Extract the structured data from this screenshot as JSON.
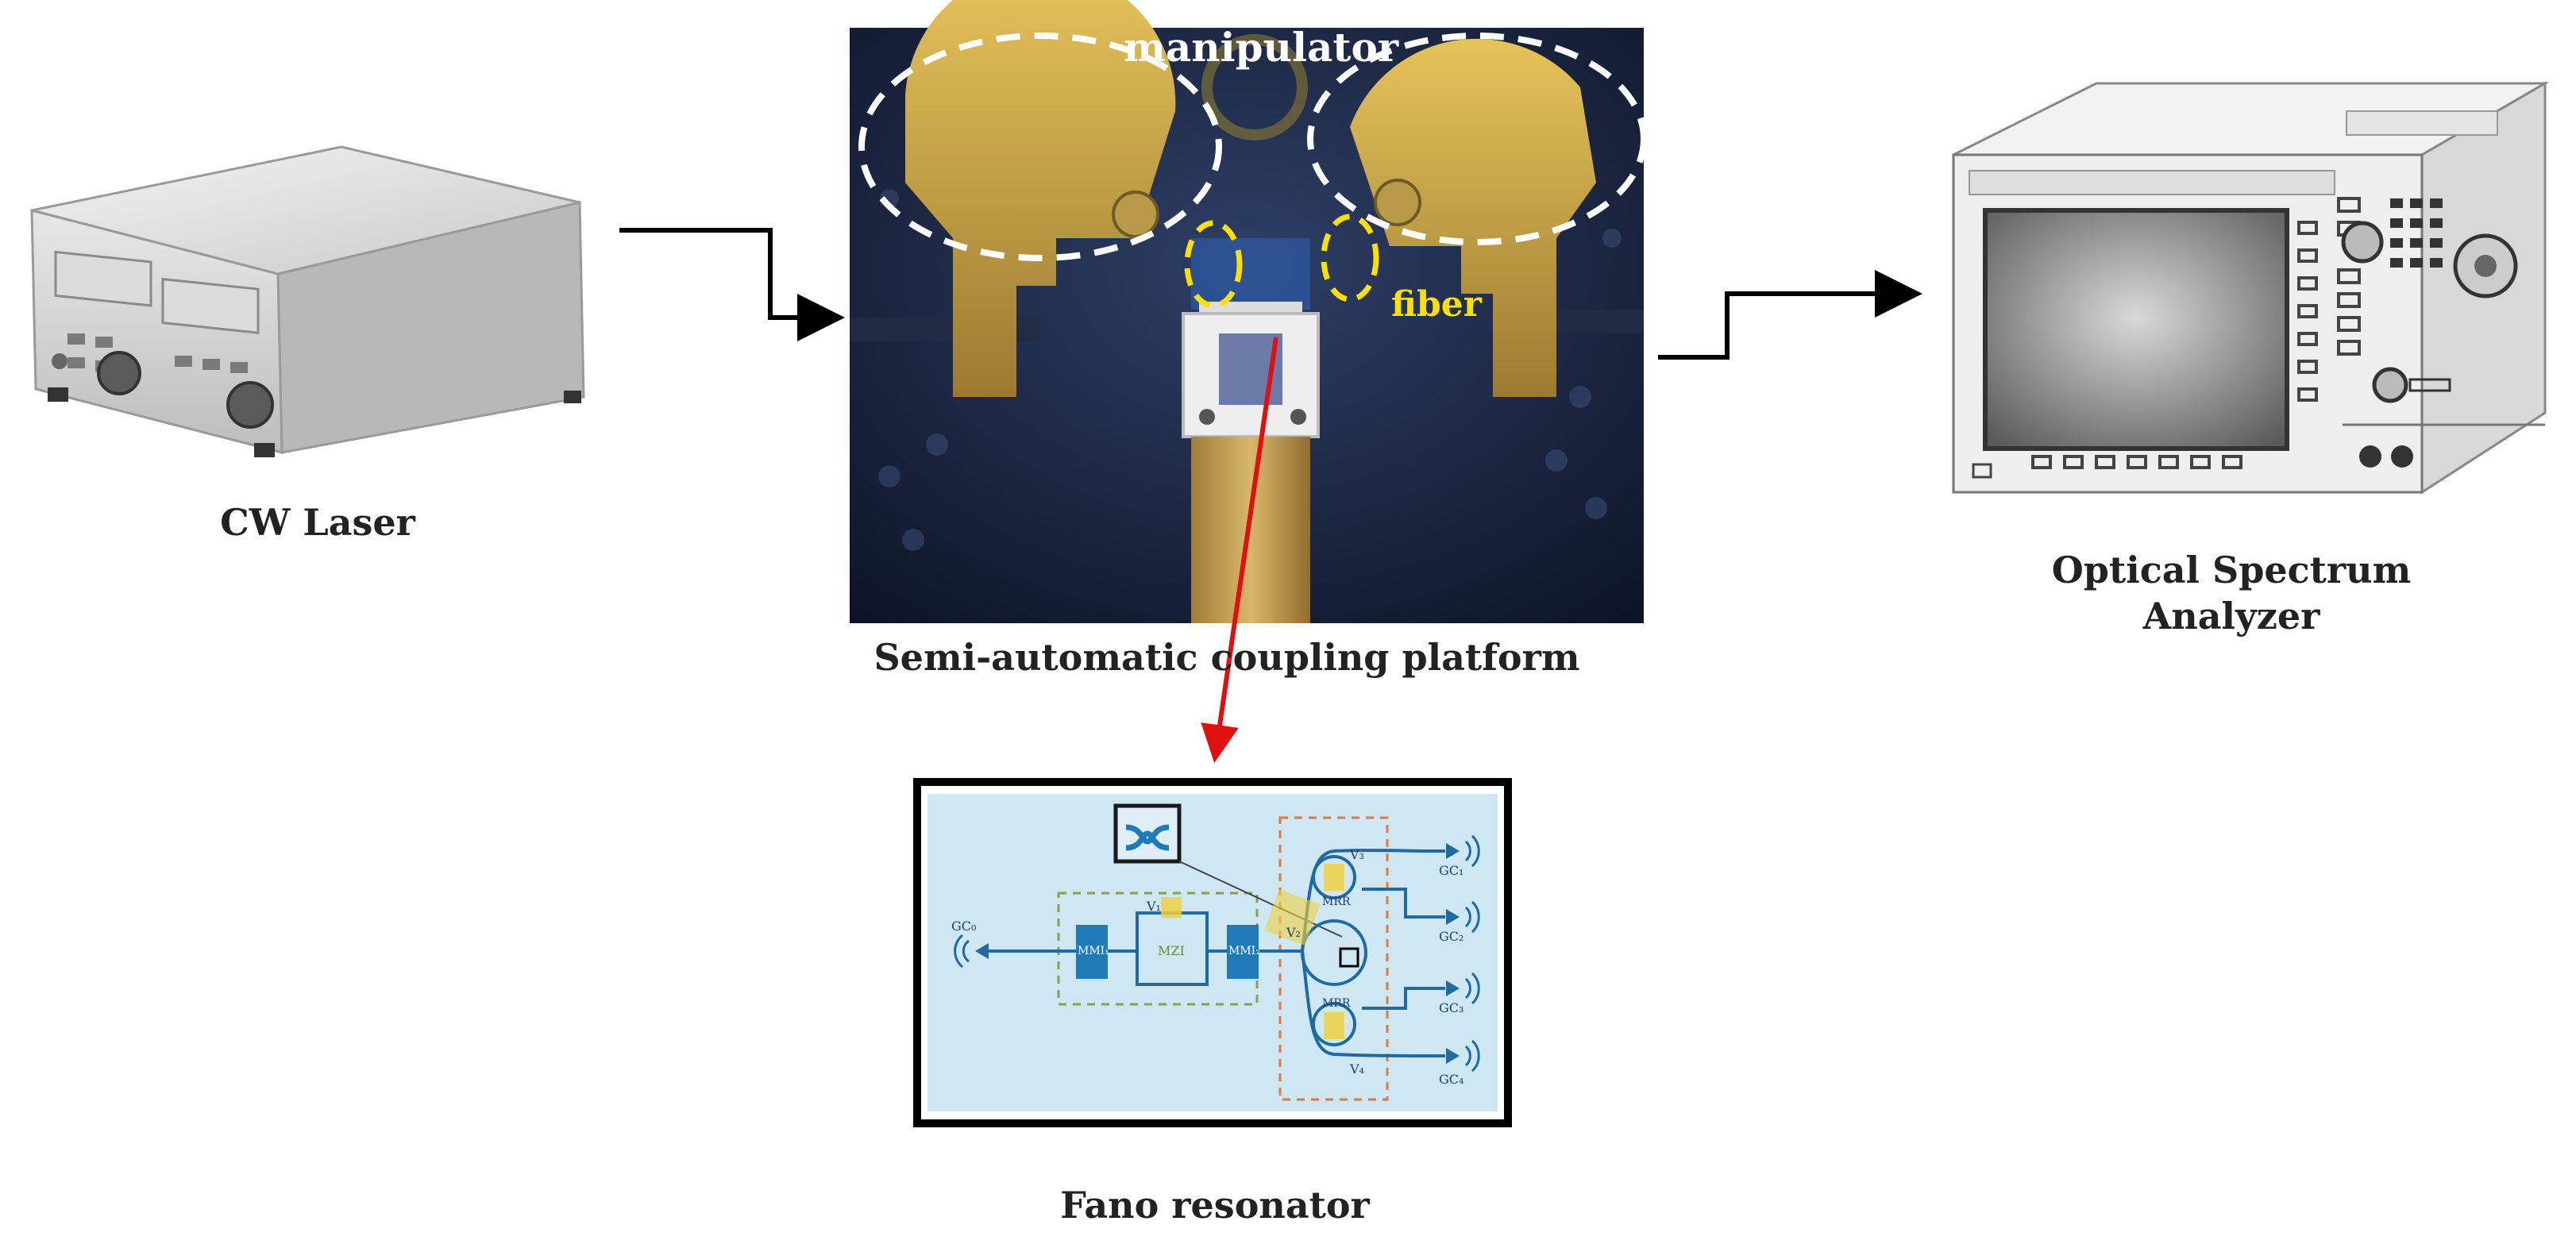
{
  "components": {
    "laser": {
      "caption": "CW Laser"
    },
    "platform": {
      "caption": "Semi-automatic coupling platform",
      "labels": {
        "manipulator": "manipulator",
        "fiber": "fiber"
      }
    },
    "osa": {
      "caption_line1": "Optical Spectrum",
      "caption_line2": "Analyzer"
    },
    "fano": {
      "caption": "Fano resonator",
      "chip_labels": {
        "gc_in": "GC₀",
        "mmi_left": "MMI₁",
        "mzi": "MZI",
        "mmi_right": "MMI₂",
        "v1": "V₁",
        "v2": "V₂",
        "v3": "V₃",
        "v4": "V₄",
        "mrr_top": "MRR",
        "mrr_bottom": "MRR",
        "gc1": "GC₁",
        "gc2": "GC₂",
        "gc3": "GC₃",
        "gc4": "GC₄"
      }
    }
  },
  "colors": {
    "arrow": "#000000",
    "probe_arrow": "#e01010",
    "manipulator_marker": "#ffffff",
    "fiber_marker": "#ffe000",
    "chip_background": "#cfe6f3",
    "chip_block": "#1f7ab8",
    "heater": "#f0d040",
    "dashed_box": "#e07a40"
  }
}
